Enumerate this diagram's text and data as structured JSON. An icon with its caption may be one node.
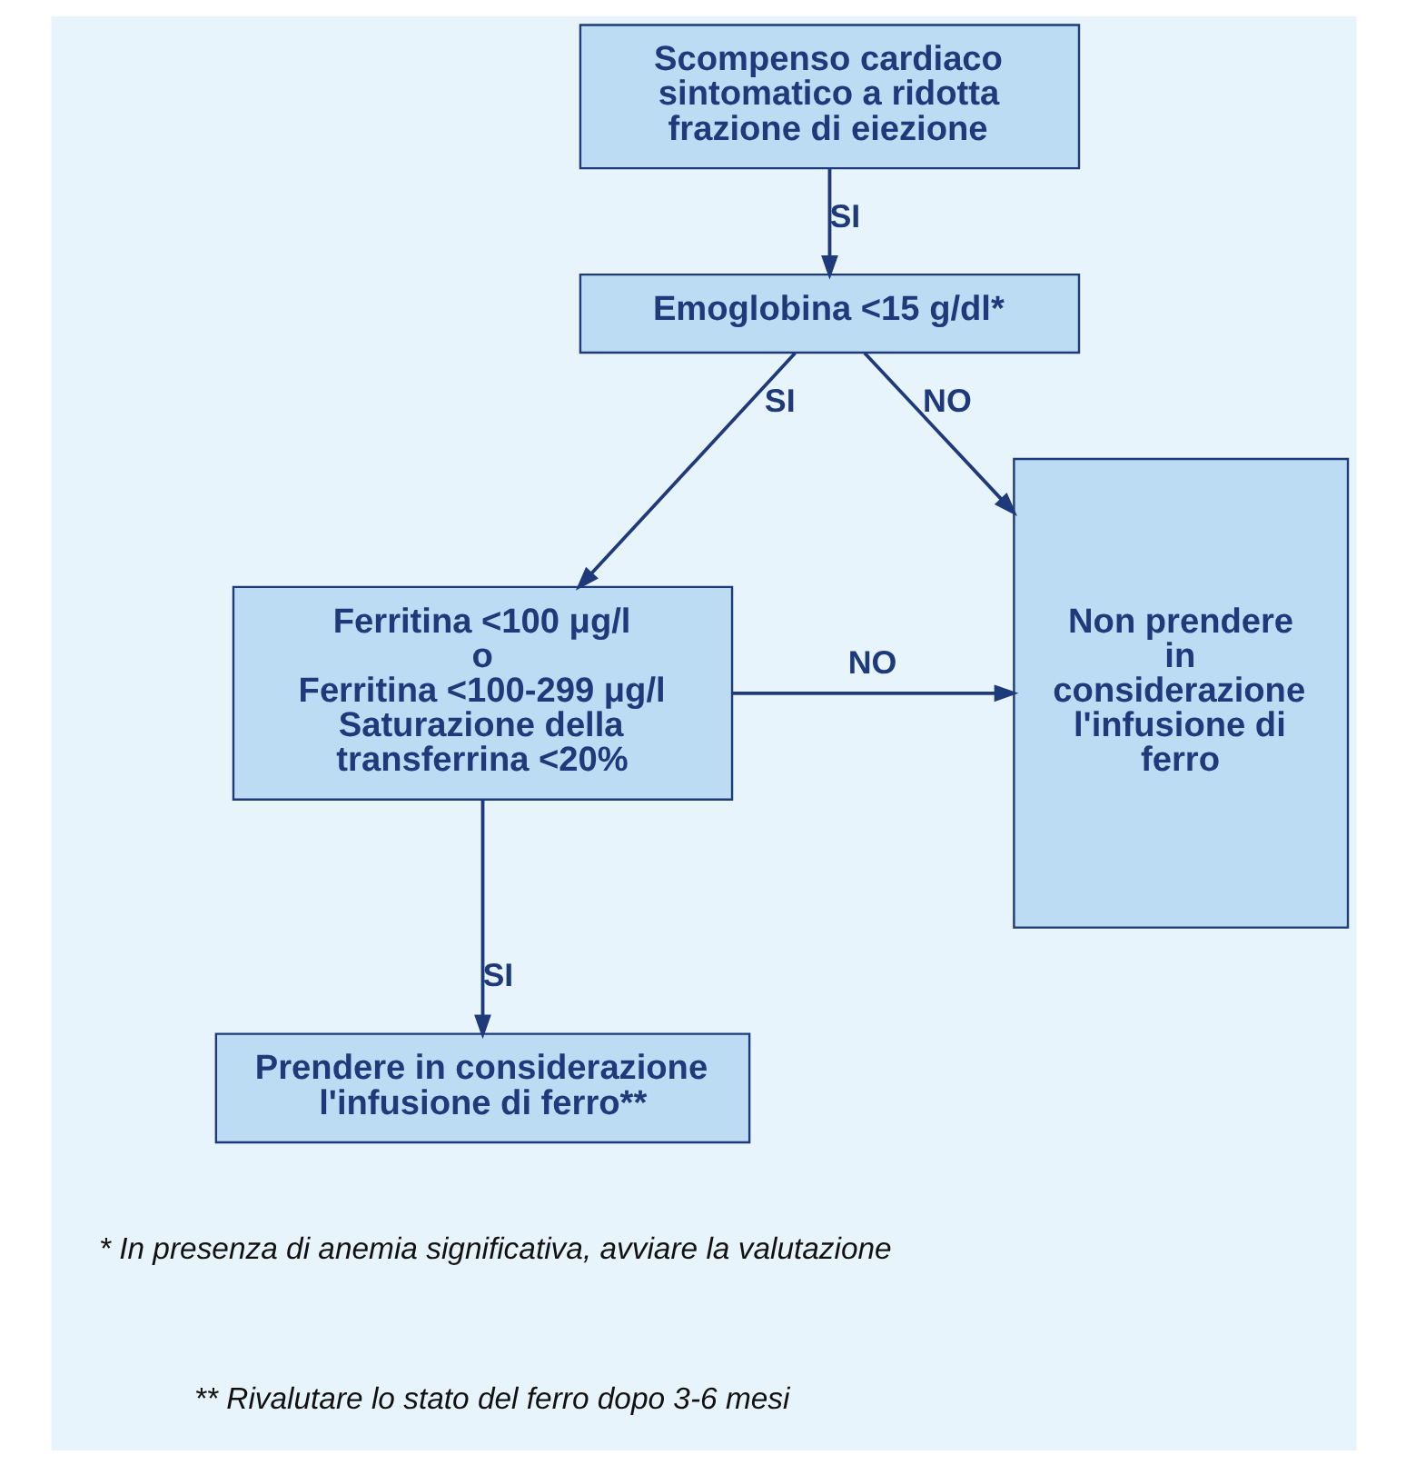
{
  "diagram": {
    "nodes": [
      {
        "text": [
          "Scompenso cardiaco sintomatico a ridotta frazione di eiezione"
        ]
      },
      {
        "text": [
          "Emoglobina <15 g/dl*"
        ]
      },
      {
        "text": [
          "Ferritina <100 μg/l",
          "o",
          "Ferritina <100-299 μg/l",
          "Saturazione della transferrina <20%"
        ]
      },
      {
        "text": [
          "Non prendere in considerazione l'infusione di ferro"
        ]
      },
      {
        "text": [
          "Prendere in considerazione l'infusione di ferro**"
        ]
      }
    ],
    "edges": [
      {
        "from": 0,
        "to": 1,
        "arrow": "to",
        "label": "SI"
      },
      {
        "from": 1,
        "to": 3,
        "arrow": "to",
        "label": "NO"
      },
      {
        "from": 1,
        "to": 2,
        "arrow": "to",
        "label": "SI"
      },
      {
        "from": 2,
        "to": 3,
        "arrow": "to",
        "label": "NO"
      },
      {
        "from": 2,
        "to": 4,
        "arrow": "to",
        "label": "SI"
      }
    ],
    "labels": [
      "* In presenza di anemia significativa, avviare la valutazione",
      "** Rivalutare lo stato del ferro dopo 3-6 mesi"
    ]
  }
}
